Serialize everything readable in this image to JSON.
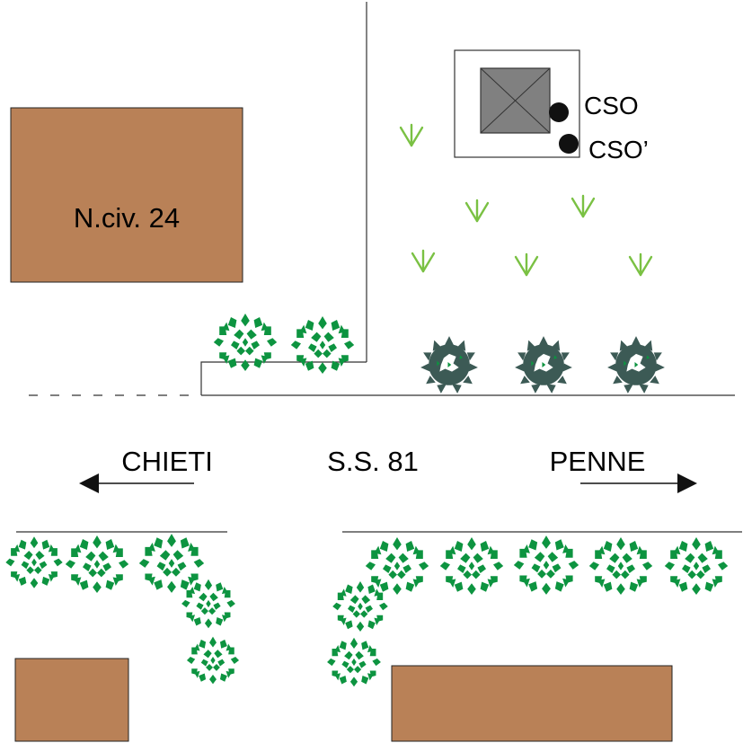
{
  "labels": {
    "house_number": "N.civ. 24",
    "road": "S.S. 81",
    "direction_left": "CHIETI",
    "direction_right": "PENNE",
    "point_1": "CSO",
    "point_2": "CSO’"
  },
  "colors": {
    "building": "#b98157",
    "hedge": "#0d9440",
    "round_shrub": "#3c5a55",
    "grass": "#7ac143",
    "plinth": "#808080"
  },
  "icons": {
    "arrow_left": "arrow-left-icon",
    "arrow_right": "arrow-right-icon",
    "grass": "grass-tuft-icon",
    "shrub": "shrub-icon",
    "point": "measurement-point-icon"
  }
}
